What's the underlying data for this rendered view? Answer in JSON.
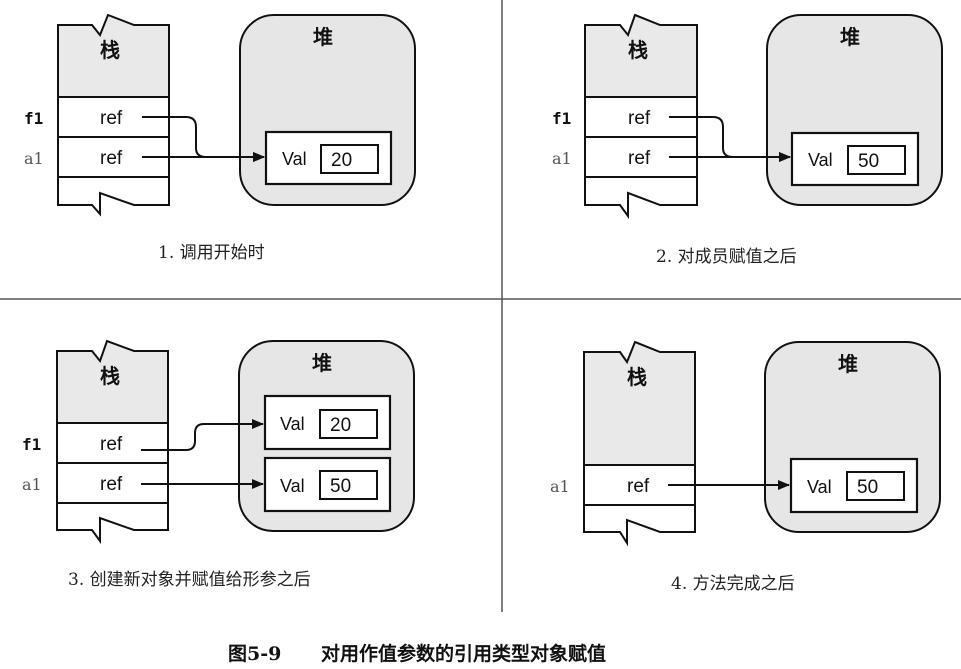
{
  "figure": {
    "label": "图5-9",
    "title": "对用作值参数的引用类型对象赋值"
  },
  "labels": {
    "stack": "栈",
    "heap": "堆",
    "ref": "ref",
    "val": "Val",
    "f1": "f1",
    "a1": "a1"
  },
  "panels": [
    {
      "caption": "1. 调用开始时",
      "objects": [
        {
          "value": "20"
        }
      ],
      "stack_vars": [
        "f1",
        "a1"
      ]
    },
    {
      "caption": "2. 对成员赋值之后",
      "objects": [
        {
          "value": "50"
        }
      ],
      "stack_vars": [
        "f1",
        "a1"
      ]
    },
    {
      "caption": "3. 创建新对象并赋值给形参之后",
      "objects": [
        {
          "value": "20"
        },
        {
          "value": "50"
        }
      ],
      "stack_vars": [
        "f1",
        "a1"
      ]
    },
    {
      "caption": "4. 方法完成之后",
      "objects": [
        {
          "value": "50"
        }
      ],
      "stack_vars": [
        "a1"
      ]
    }
  ]
}
